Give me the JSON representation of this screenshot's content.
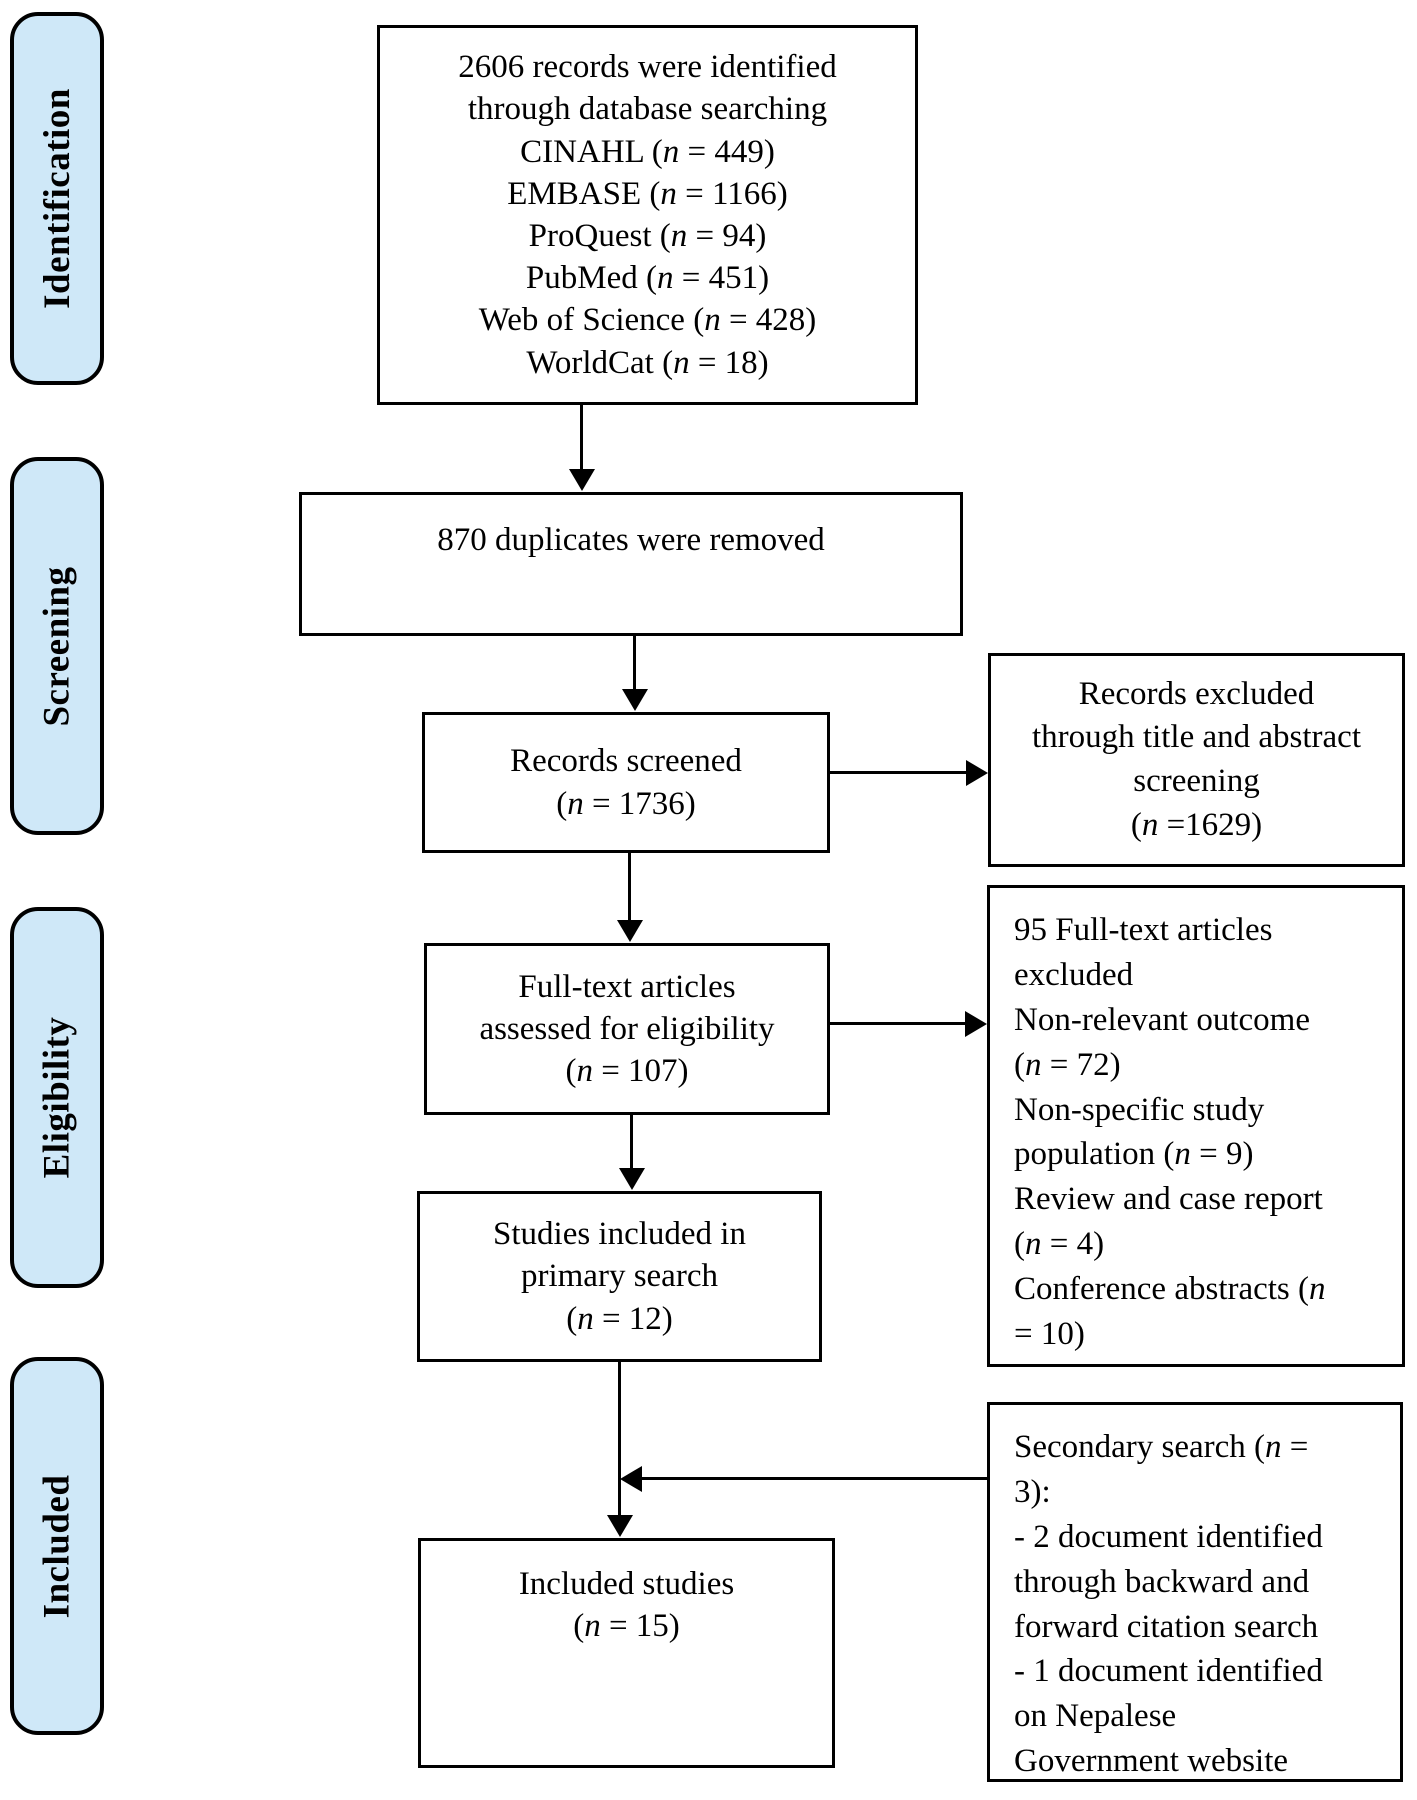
{
  "colors": {
    "stage_fill": "#cfe8f8",
    "border": "#000000",
    "page_bg": "#ffffff"
  },
  "stages": [
    {
      "label": "Identification"
    },
    {
      "label": "Screening"
    },
    {
      "label": "Eligibility"
    },
    {
      "label": "Included"
    }
  ],
  "boxes": {
    "identified": {
      "lines": [
        "2606 records were identified",
        "through database searching",
        "CINAHL (n = 449)",
        "EMBASE (n = 1166)",
        "ProQuest (n = 94)",
        "PubMed (n = 451)",
        "Web of Science (n = 428)",
        "WorldCat (n = 18)"
      ]
    },
    "duplicates": {
      "lines": [
        "870 duplicates were removed"
      ]
    },
    "screened": {
      "lines": [
        "Records screened",
        "(n = 1736)"
      ]
    },
    "fulltext": {
      "lines": [
        "Full-text articles",
        "assessed for eligibility",
        "(n = 107)"
      ]
    },
    "primary": {
      "lines": [
        "Studies included in",
        "primary search",
        "(n = 12)"
      ]
    },
    "included": {
      "lines": [
        "Included studies",
        "(n = 15)"
      ]
    },
    "excluded_title_abstract": {
      "lines": [
        "Records excluded",
        "through title and abstract",
        "screening",
        "(n =1629)"
      ]
    },
    "excluded_fulltext": {
      "lines": [
        "95 Full-text articles",
        "excluded",
        "Non-relevant outcome",
        "(n = 72)",
        "Non-specific study",
        "population (n = 9)",
        "Review and case report",
        "(n = 4)",
        "Conference abstracts (n",
        "= 10)"
      ]
    },
    "secondary_search": {
      "lines": [
        "Secondary search (n =",
        "3):",
        "- 2 document identified",
        "through backward and",
        "forward citation search",
        "- 1 document identified",
        "on Nepalese",
        "Government website"
      ]
    }
  }
}
